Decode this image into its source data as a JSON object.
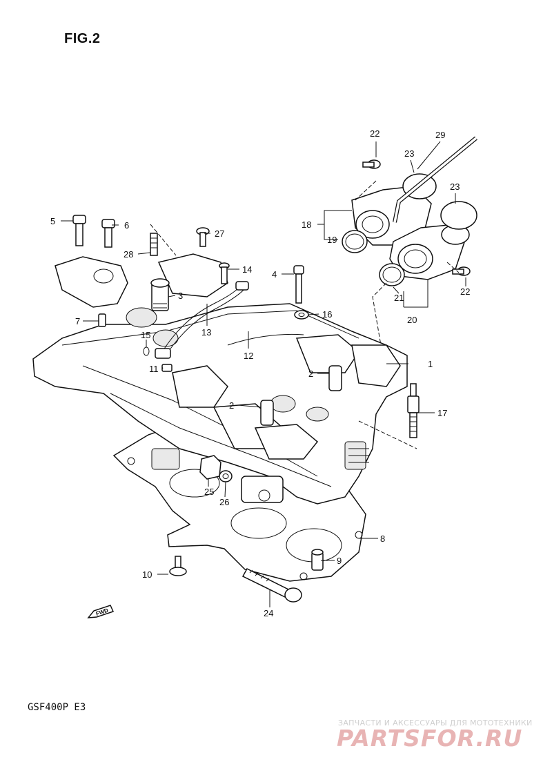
{
  "figure": {
    "title": "FIG.2"
  },
  "model": {
    "label": "GSF400P  E3"
  },
  "direction_marker": {
    "text": "FWD"
  },
  "watermark": {
    "tagline": "ЗАПЧАСТИ И АКСЕССУАРЫ ДЛЯ МОТОТЕХНИКИ",
    "logo": "PARTSFOR.RU"
  },
  "callouts": [
    {
      "id": "c1",
      "text": "1"
    },
    {
      "id": "c2a",
      "text": "2"
    },
    {
      "id": "c2b",
      "text": "2"
    },
    {
      "id": "c3",
      "text": "3"
    },
    {
      "id": "c4",
      "text": "4"
    },
    {
      "id": "c5",
      "text": "5"
    },
    {
      "id": "c6",
      "text": "6"
    },
    {
      "id": "c7",
      "text": "7"
    },
    {
      "id": "c8",
      "text": "8"
    },
    {
      "id": "c9",
      "text": "9"
    },
    {
      "id": "c10",
      "text": "10"
    },
    {
      "id": "c11",
      "text": "11"
    },
    {
      "id": "c12",
      "text": "12"
    },
    {
      "id": "c13",
      "text": "13"
    },
    {
      "id": "c14",
      "text": "14"
    },
    {
      "id": "c15",
      "text": "15"
    },
    {
      "id": "c16",
      "text": "16"
    },
    {
      "id": "c17",
      "text": "17"
    },
    {
      "id": "c18",
      "text": "18"
    },
    {
      "id": "c19",
      "text": "19"
    },
    {
      "id": "c20",
      "text": "20"
    },
    {
      "id": "c21",
      "text": "21"
    },
    {
      "id": "c22a",
      "text": "22"
    },
    {
      "id": "c22b",
      "text": "22"
    },
    {
      "id": "c23a",
      "text": "23"
    },
    {
      "id": "c23b",
      "text": "23"
    },
    {
      "id": "c24",
      "text": "24"
    },
    {
      "id": "c25",
      "text": "25"
    },
    {
      "id": "c26",
      "text": "26"
    },
    {
      "id": "c27",
      "text": "27"
    },
    {
      "id": "c28",
      "text": "28"
    },
    {
      "id": "c29",
      "text": "29"
    }
  ]
}
